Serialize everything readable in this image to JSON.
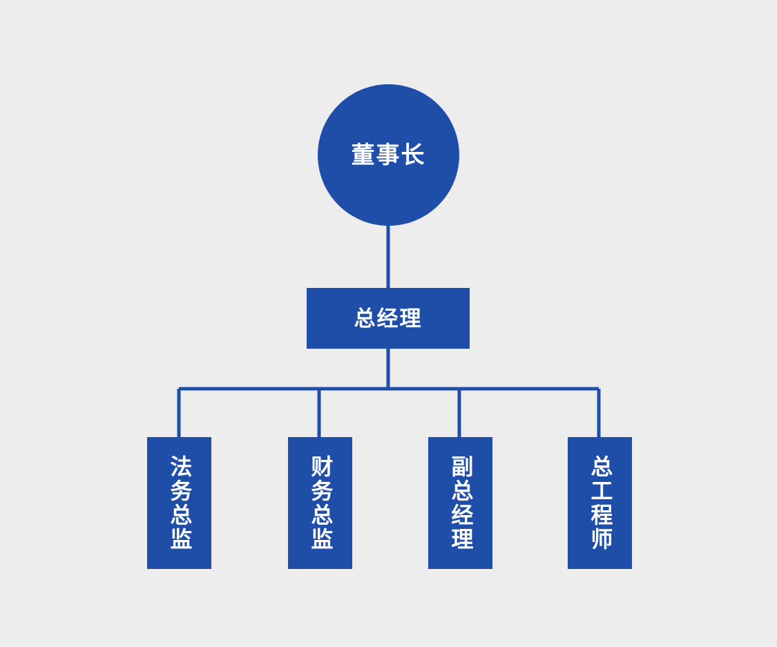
{
  "diagram": {
    "type": "organization-chart",
    "title": "",
    "background_color": "#ededed",
    "node_color": "#1f4ea8",
    "text_color": "#ffffff",
    "connector_color": "#1f4ea8"
  },
  "nodes": {
    "chairman": {
      "label": "董事长",
      "shape": "circle",
      "level": 1
    },
    "general_manager": {
      "label": "总经理",
      "shape": "rectangle",
      "level": 2
    },
    "legal_director": {
      "label": "法务总监",
      "shape": "rectangle-vertical",
      "level": 3
    },
    "finance_director": {
      "label": "财务总监",
      "shape": "rectangle-vertical",
      "level": 3
    },
    "deputy_general_manager": {
      "label": "副总经理",
      "shape": "rectangle-vertical",
      "level": 3
    },
    "chief_engineer": {
      "label": "总工程师",
      "shape": "rectangle-vertical",
      "level": 3
    }
  },
  "edges": [
    {
      "from": "chairman",
      "to": "general_manager"
    },
    {
      "from": "general_manager",
      "to": "legal_director"
    },
    {
      "from": "general_manager",
      "to": "finance_director"
    },
    {
      "from": "general_manager",
      "to": "deputy_general_manager"
    },
    {
      "from": "general_manager",
      "to": "chief_engineer"
    }
  ]
}
